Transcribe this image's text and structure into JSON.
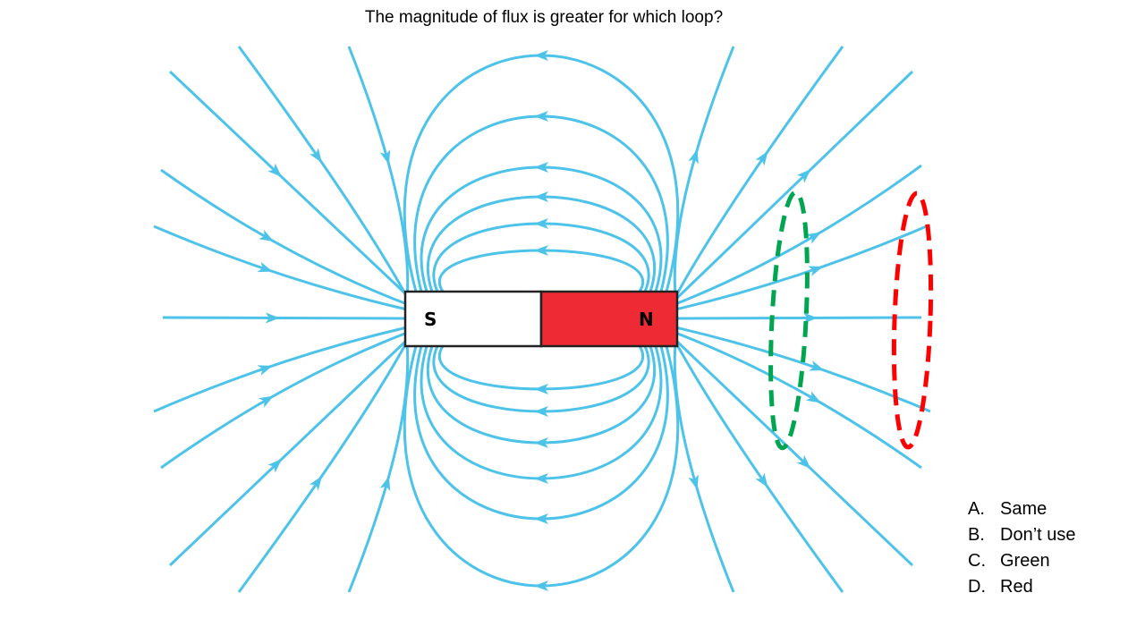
{
  "question": "The magnitude of flux is greater for which loop?",
  "magnet": {
    "south_label": "S",
    "north_label": "N",
    "north_color": "#ee2a35",
    "south_color": "#ffffff"
  },
  "field_line_color": "#4dc3ea",
  "loops": [
    {
      "name": "green",
      "color": "#00a550"
    },
    {
      "name": "red",
      "color": "#ff0000"
    }
  ],
  "answers": [
    {
      "letter": "A.",
      "text": "Same"
    },
    {
      "letter": "B.",
      "text": "Don’t use"
    },
    {
      "letter": "C.",
      "text": "Green"
    },
    {
      "letter": "D.",
      "text": "Red"
    }
  ]
}
